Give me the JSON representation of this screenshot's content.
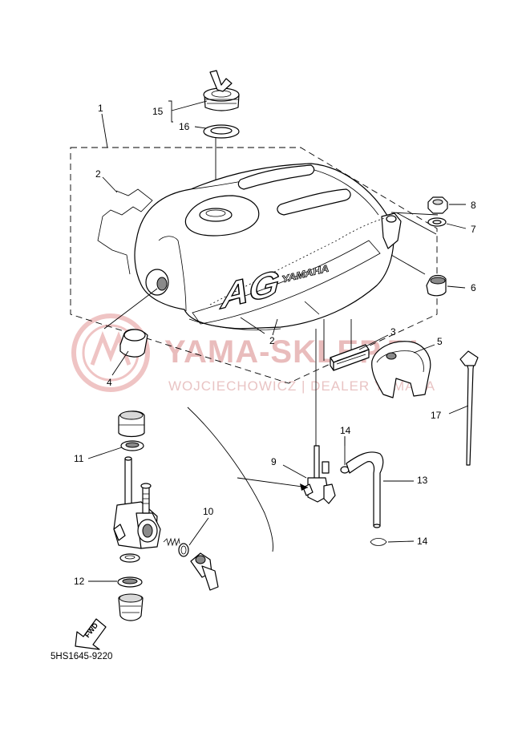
{
  "diagram_code": "5HS1645-9220",
  "watermark": {
    "title": "YAMA-SKLEP.PL",
    "subtitle": "WOJCIECHOWICZ | DEALER YAMAHA"
  },
  "tank_decal": {
    "model": "AG",
    "brand": "YAMAHA"
  },
  "fwd_arrow_text": "FWD",
  "callouts": {
    "n1": "1",
    "n2a": "2",
    "n2b": "2",
    "n3": "3",
    "n4": "4",
    "n5": "5",
    "n6": "6",
    "n7": "7",
    "n8": "8",
    "n9": "9",
    "n10": "10",
    "n11": "11",
    "n12": "12",
    "n13": "13",
    "n14a": "14",
    "n14b": "14",
    "n15": "15",
    "n16": "16",
    "n17": "17"
  },
  "colors": {
    "watermark": "#e9bcbc",
    "line": "#000000",
    "background": "#ffffff"
  },
  "icons": [
    "fwd-arrow-icon",
    "watermark-logo-icon"
  ]
}
